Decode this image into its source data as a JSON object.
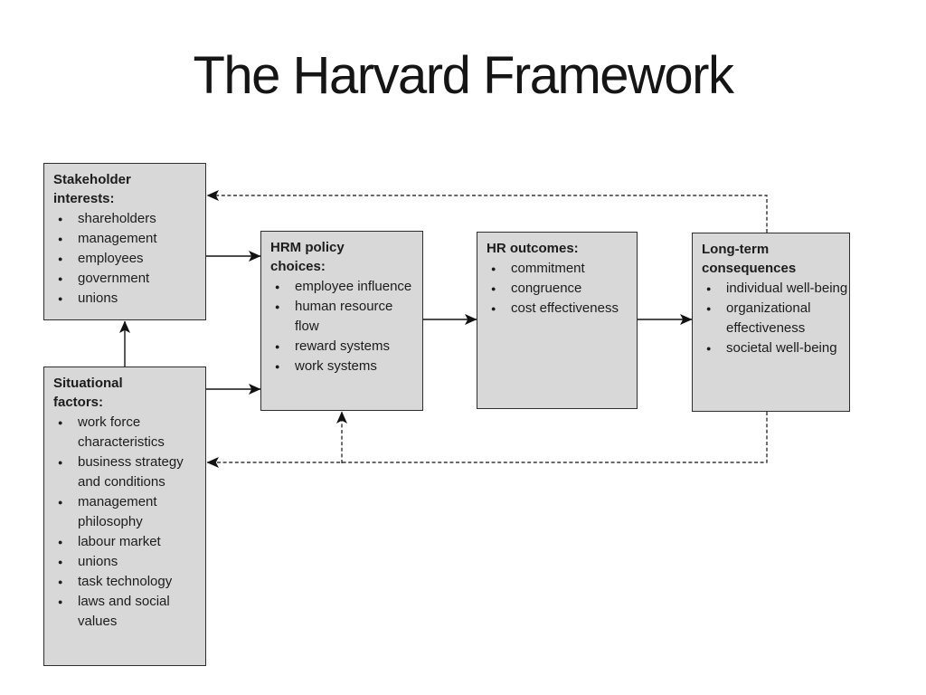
{
  "title": "The Harvard Framework",
  "colors": {
    "box_fill": "#d8d8d8",
    "box_border": "#2e2e2e",
    "line": "#121212",
    "text": "#1c1c1c"
  },
  "boxes": {
    "stakeholder_interests": {
      "heading": "Stakeholder interests:",
      "items": [
        "shareholders",
        "management",
        "employees",
        "government",
        "unions"
      ]
    },
    "situational_factors": {
      "heading": "Situational factors:",
      "items": [
        "work force characteristics",
        "business strategy and conditions",
        "management philosophy",
        "labour market",
        "unions",
        "task technology",
        "laws and social values"
      ]
    },
    "hrm_policy_choices": {
      "heading": "HRM policy choices:",
      "items": [
        "employee influence",
        "human resource flow",
        "reward systems",
        "work systems"
      ]
    },
    "hr_outcomes": {
      "heading": "HR outcomes:",
      "items": [
        "commitment",
        "congruence",
        "cost effectiveness"
      ]
    },
    "long_term_consequences": {
      "heading": "Long-term consequences",
      "items": [
        "individual well-being",
        "organizational effectiveness",
        "societal well-being"
      ]
    }
  }
}
